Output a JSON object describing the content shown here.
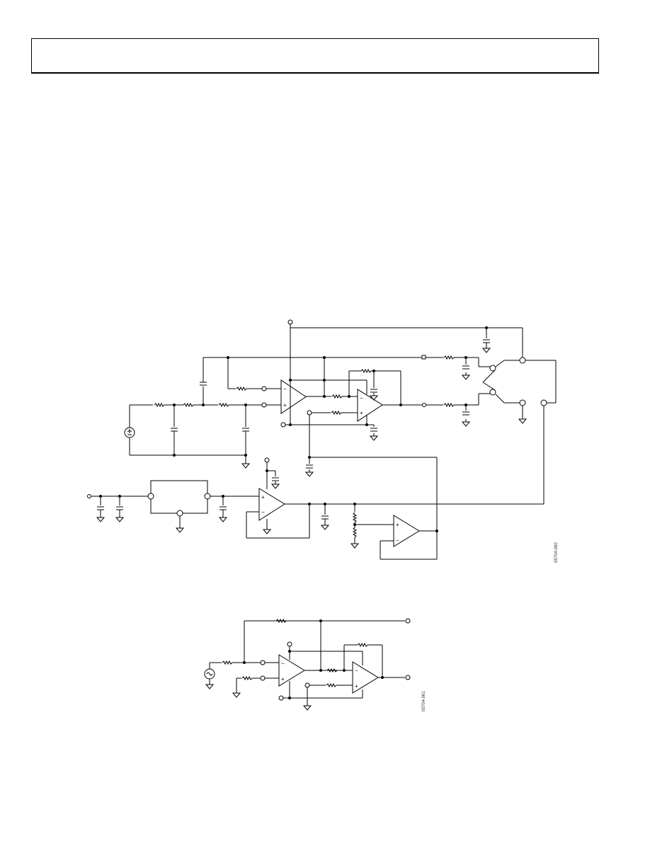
{
  "figures": [
    {
      "id": "figure-1",
      "code": "05704-060"
    },
    {
      "id": "figure-2",
      "code": "05704-061"
    }
  ]
}
